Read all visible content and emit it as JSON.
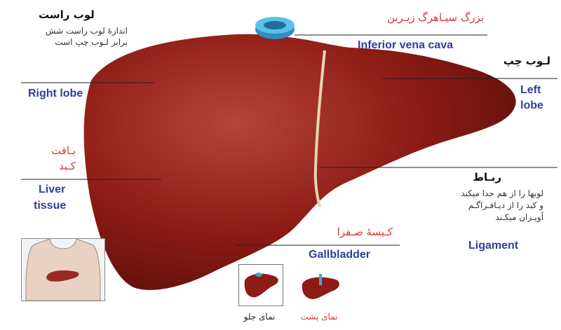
{
  "right_lobe": {
    "fa_title": "لوب راست",
    "fa_note_line1": "اندازهٔ لوب راست شش",
    "fa_note_line2": "برابر لـوب چپ است",
    "en": "Right lobe"
  },
  "ivc": {
    "fa": "بزرگ سیـاهرگ زیـرین",
    "en": "Inferior vena cava"
  },
  "left_lobe": {
    "fa": "لـوب چپ",
    "en_line1": "Left",
    "en_line2": "lobe"
  },
  "liver_tissue": {
    "fa_line1": "بـافت",
    "fa_line2": "کـبد",
    "en_line1": "Liver",
    "en_line2": "tissue"
  },
  "ligament": {
    "fa_title": "ربـاط",
    "fa_note_line1": "لوبها را از هم جدا میکند",
    "fa_note_line2": "و کبد را از دیـافـراگـم",
    "fa_note_line3": "آویـزان میکـند",
    "en": "Ligament"
  },
  "gallbladder": {
    "fa": "کـیسهٔ صـفرا",
    "en": "Gallbladder"
  },
  "views": {
    "front": "نمای جلو",
    "back": "نمای پشت"
  },
  "colors": {
    "liver": "#8e1c15",
    "label_blue": "#2f3f9a",
    "label_red": "#d33a3a",
    "vein": "#3fa7d6",
    "gallbladder": "#b49a2a"
  }
}
